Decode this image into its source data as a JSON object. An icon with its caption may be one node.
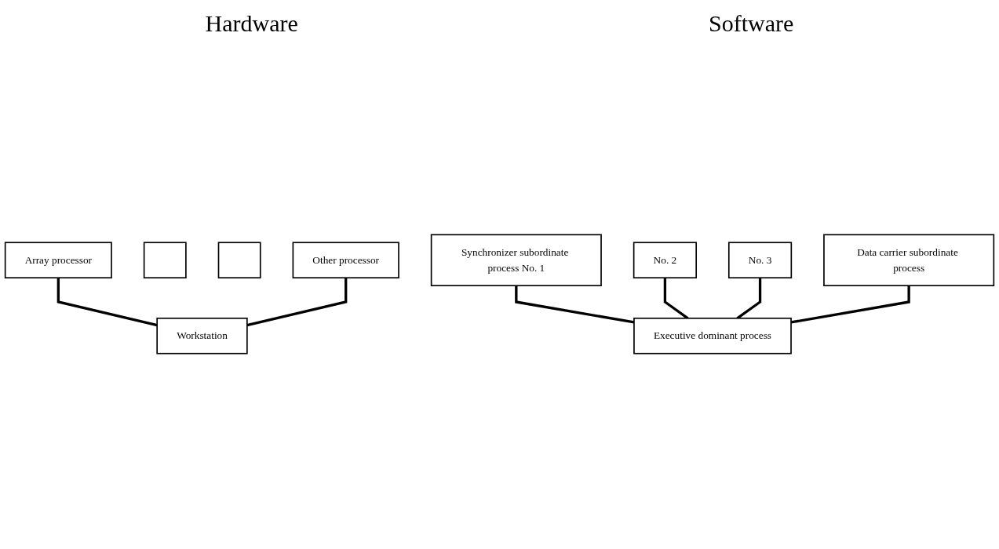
{
  "diagram": {
    "nodes": [
      {
        "text": [
          "Array processor"
        ]
      },
      {
        "text": [],
        "shape": "box"
      },
      {
        "text": [],
        "shape": "box"
      },
      {
        "text": [
          "Other processor"
        ]
      },
      {
        "text": [
          "Workstation"
        ]
      },
      {
        "text": [
          "No. 3"
        ]
      },
      {
        "text": [
          "No. 2"
        ]
      },
      {
        "text": [
          "Synchronizer subordinate process No. 1"
        ]
      },
      {
        "text": [
          "Data carrier subordinate process"
        ]
      },
      {
        "text": [
          "Executive dominant process"
        ]
      }
    ],
    "edges": [
      {
        "from": 0,
        "to": 4,
        "arrow": "none"
      },
      {
        "from": 3,
        "to": 4,
        "arrow": "none"
      },
      {
        "from": 7,
        "to": 9,
        "arrow": "none"
      },
      {
        "from": 6,
        "to": 9,
        "arrow": "none"
      },
      {
        "from": 5,
        "to": 9,
        "arrow": "none"
      },
      {
        "from": 8,
        "to": 9,
        "arrow": "none"
      }
    ],
    "labels": [
      "Hardware",
      "Software"
    ]
  }
}
